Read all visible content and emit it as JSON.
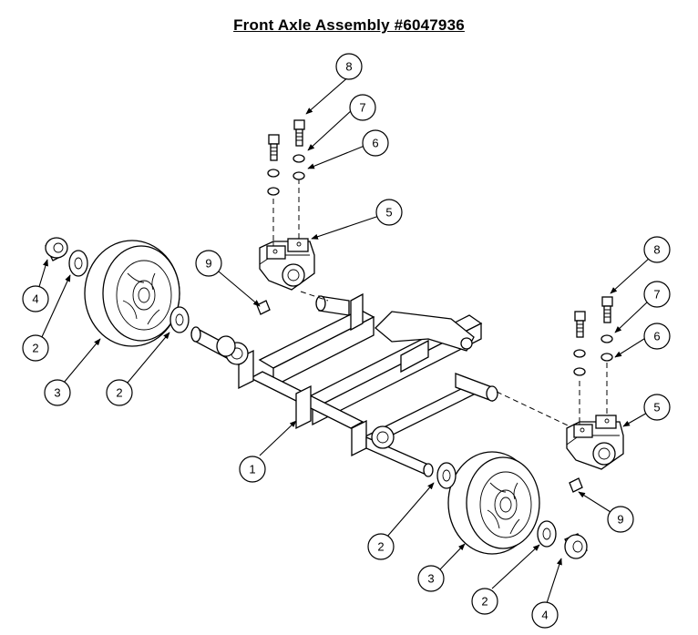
{
  "title": "Front Axle Assembly #6047936",
  "callouts": [
    {
      "id": "c1",
      "label": "1"
    },
    {
      "id": "c2a",
      "label": "2"
    },
    {
      "id": "c2b",
      "label": "2"
    },
    {
      "id": "c2c",
      "label": "2"
    },
    {
      "id": "c2d",
      "label": "2"
    },
    {
      "id": "c3a",
      "label": "3"
    },
    {
      "id": "c3b",
      "label": "3"
    },
    {
      "id": "c4a",
      "label": "4"
    },
    {
      "id": "c4b",
      "label": "4"
    },
    {
      "id": "c5a",
      "label": "5"
    },
    {
      "id": "c5b",
      "label": "5"
    },
    {
      "id": "c6a",
      "label": "6"
    },
    {
      "id": "c6b",
      "label": "6"
    },
    {
      "id": "c7a",
      "label": "7"
    },
    {
      "id": "c7b",
      "label": "7"
    },
    {
      "id": "c8a",
      "label": "8"
    },
    {
      "id": "c8b",
      "label": "8"
    },
    {
      "id": "c9a",
      "label": "9"
    },
    {
      "id": "c9b",
      "label": "9"
    }
  ]
}
